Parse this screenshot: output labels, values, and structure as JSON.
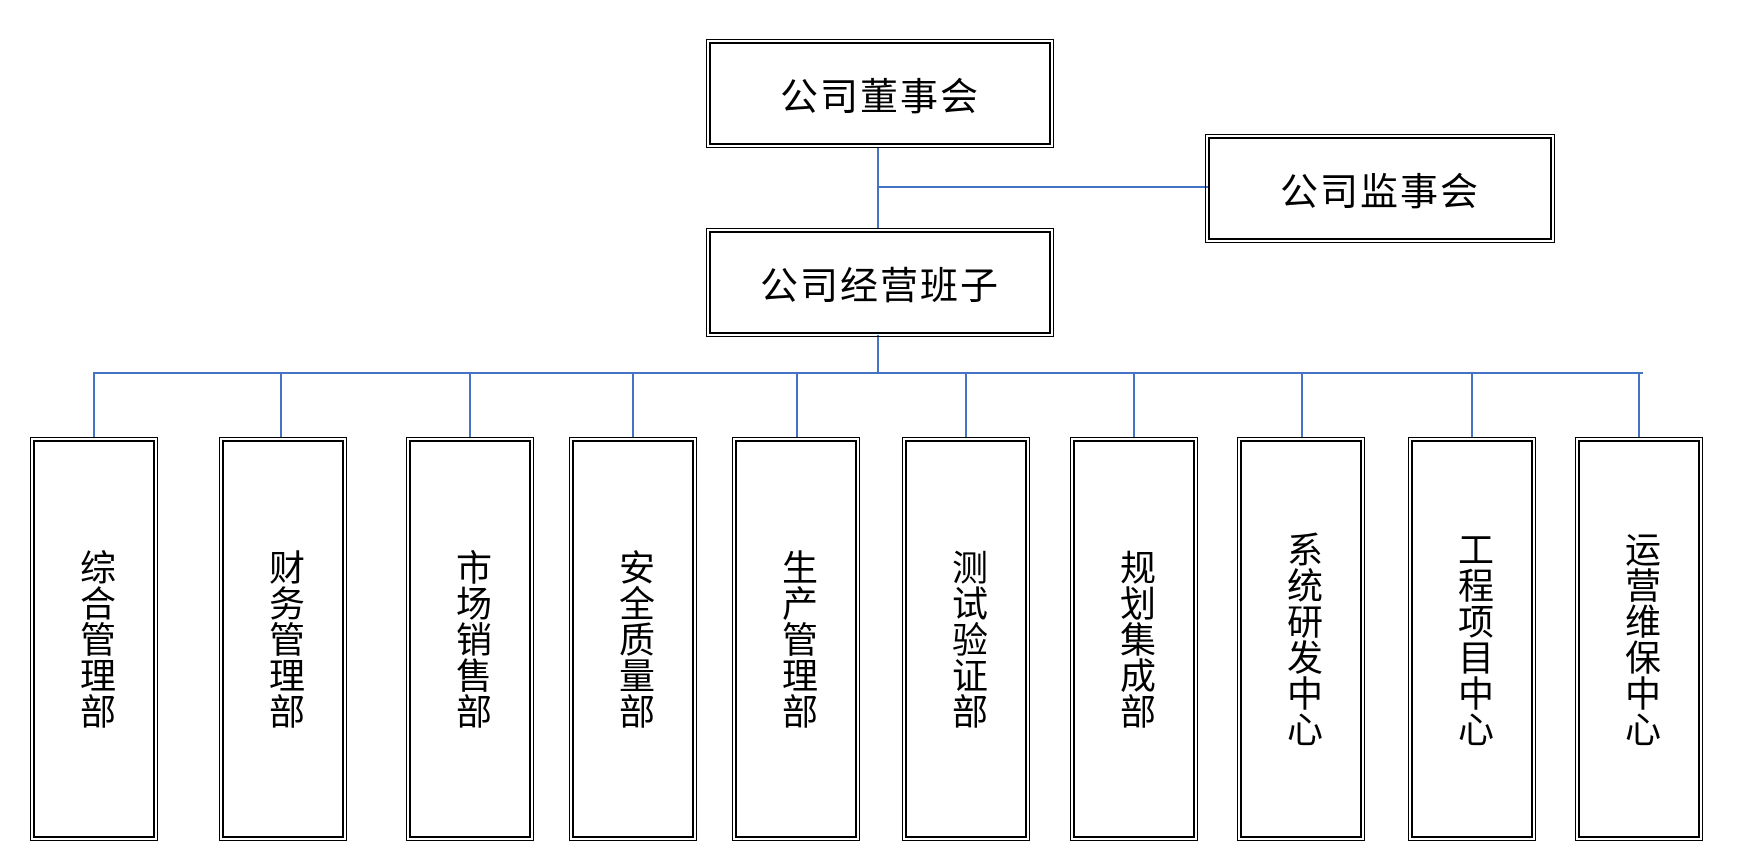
{
  "board": {
    "label": "公司董事会"
  },
  "supervisory": {
    "label": "公司监事会"
  },
  "management": {
    "label": "公司经营班子"
  },
  "departments": [
    {
      "label": "综合管理部"
    },
    {
      "label": "财务管理部"
    },
    {
      "label": "市场销售部"
    },
    {
      "label": "安全质量部"
    },
    {
      "label": "生产管理部"
    },
    {
      "label": "测试验证部"
    },
    {
      "label": "规划集成部"
    },
    {
      "label": "系统研发中心"
    },
    {
      "label": "工程项目中心"
    },
    {
      "label": "运营维保中心"
    }
  ],
  "colors": {
    "connector": "#4472c4",
    "border": "#000000",
    "background": "#ffffff"
  }
}
